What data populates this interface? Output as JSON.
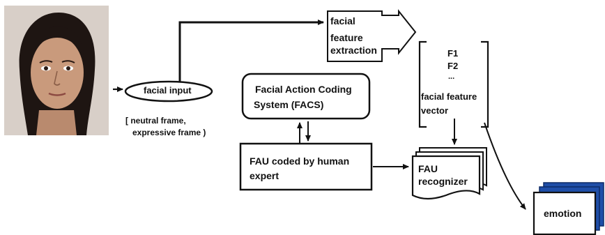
{
  "photo": {
    "icon": "face-photo"
  },
  "facial_input": {
    "label": "facial input"
  },
  "frames_note": {
    "line1": "[ neutral frame,",
    "line2": "expressive frame )"
  },
  "feature_extraction": {
    "line1": "facial",
    "line2": "feature",
    "line3": "extraction"
  },
  "facs_box": {
    "line1": "Facial Action Coding",
    "line2": "System  (FACS)"
  },
  "fau_human": {
    "line1": "FAU coded by human",
    "line2": "expert"
  },
  "feature_vector": {
    "f1": "F1",
    "f2": "F2",
    "dots": "...",
    "line1": "facial feature",
    "line2": "vector"
  },
  "fau_recognizer": {
    "line1": "FAU",
    "line2": "recognizer"
  },
  "emotion": {
    "label": "emotion"
  },
  "colors": {
    "emotion_stack": "#1f4ea8",
    "stroke": "#111111",
    "background": "#ffffff"
  }
}
